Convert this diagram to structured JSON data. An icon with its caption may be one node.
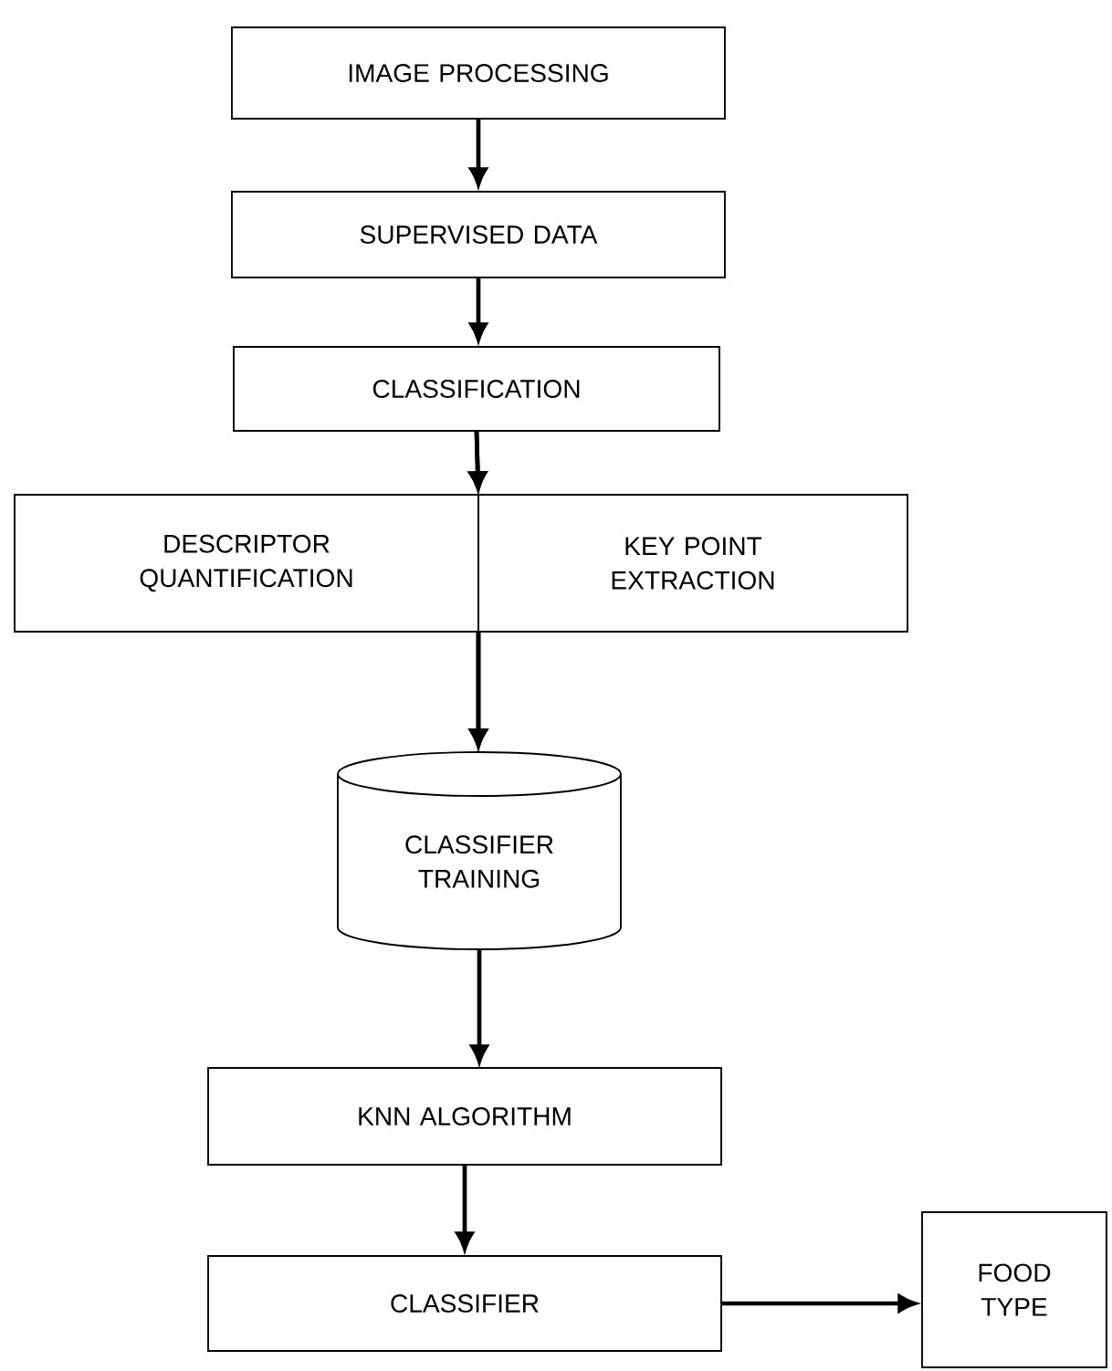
{
  "diagram": {
    "nodes": [
      {
        "text": [
          "IMAGE PROCESSING"
        ]
      },
      {
        "text": [
          "SUPERVISED DATA"
        ]
      },
      {
        "text": [
          "CLASSIFICATION"
        ]
      },
      {
        "text": [
          "DESCRIPTOR QUANTIFICATION"
        ]
      },
      {
        "text": [
          "KEY POINT EXTRACTION"
        ]
      },
      {
        "text": [
          "CLASSIFIER TRAINING"
        ]
      },
      {
        "text": [
          "KNN ALGORITHM"
        ]
      },
      {
        "text": [
          "CLASSIFIER"
        ]
      },
      {
        "text": [
          "FOOD TYPE"
        ]
      }
    ],
    "edges": [
      {
        "from": 0,
        "to": 1,
        "arrow": "to"
      },
      {
        "from": 1,
        "to": 2,
        "arrow": "to"
      },
      {
        "from": 2,
        "to": 3,
        "arrow": "to"
      },
      {
        "from": 2,
        "to": 4,
        "arrow": "to"
      },
      {
        "from": 3,
        "to": 5,
        "arrow": "to"
      },
      {
        "from": 4,
        "to": 5,
        "arrow": "to"
      },
      {
        "from": 5,
        "to": 6,
        "arrow": "to"
      },
      {
        "from": 6,
        "to": 7,
        "arrow": "to"
      },
      {
        "from": 7,
        "to": 8,
        "arrow": "to"
      }
    ]
  }
}
